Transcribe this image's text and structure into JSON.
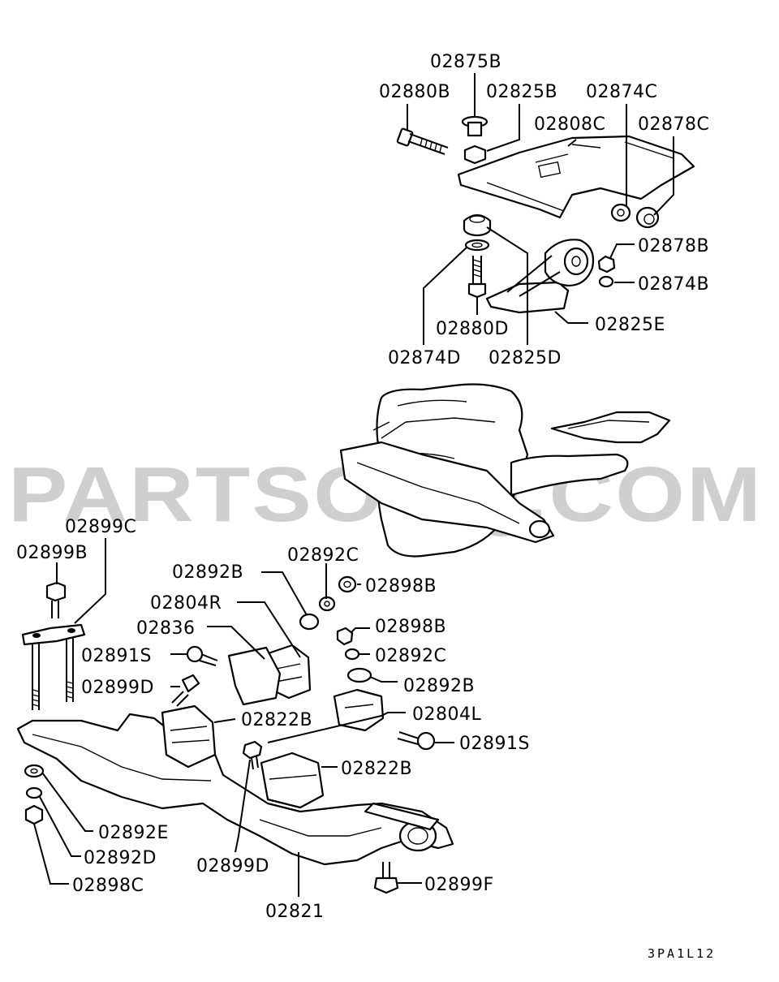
{
  "watermark": "PARTSOUQ.COM",
  "diagram_code": "3PA1L12",
  "callouts": {
    "c02875B": "02875B",
    "c02880B": "02880B",
    "c02825B": "02825B",
    "c02874C": "02874C",
    "c02808C": "02808C",
    "c02878C": "02878C",
    "c02878B": "02878B",
    "c02874B": "02874B",
    "c02825E": "02825E",
    "c02880D": "02880D",
    "c02874D": "02874D",
    "c02825D": "02825D",
    "c02899C": "02899C",
    "c02899B": "02899B",
    "c02892C_a": "02892C",
    "c02892B_a": "02892B",
    "c02898B_a": "02898B",
    "c02804R": "02804R",
    "c02898B_b": "02898B",
    "c02836": "02836",
    "c02892C_b": "02892C",
    "c02891S_a": "02891S",
    "c02892B_b": "02892B",
    "c02899D_a": "02899D",
    "c02804L": "02804L",
    "c02822B_a": "02822B",
    "c02891S_b": "02891S",
    "c02822B_b": "02822B",
    "c02892E": "02892E",
    "c02892D": "02892D",
    "c02899D_b": "02899D",
    "c02898C": "02898C",
    "c02899F": "02899F",
    "c02821": "02821"
  }
}
